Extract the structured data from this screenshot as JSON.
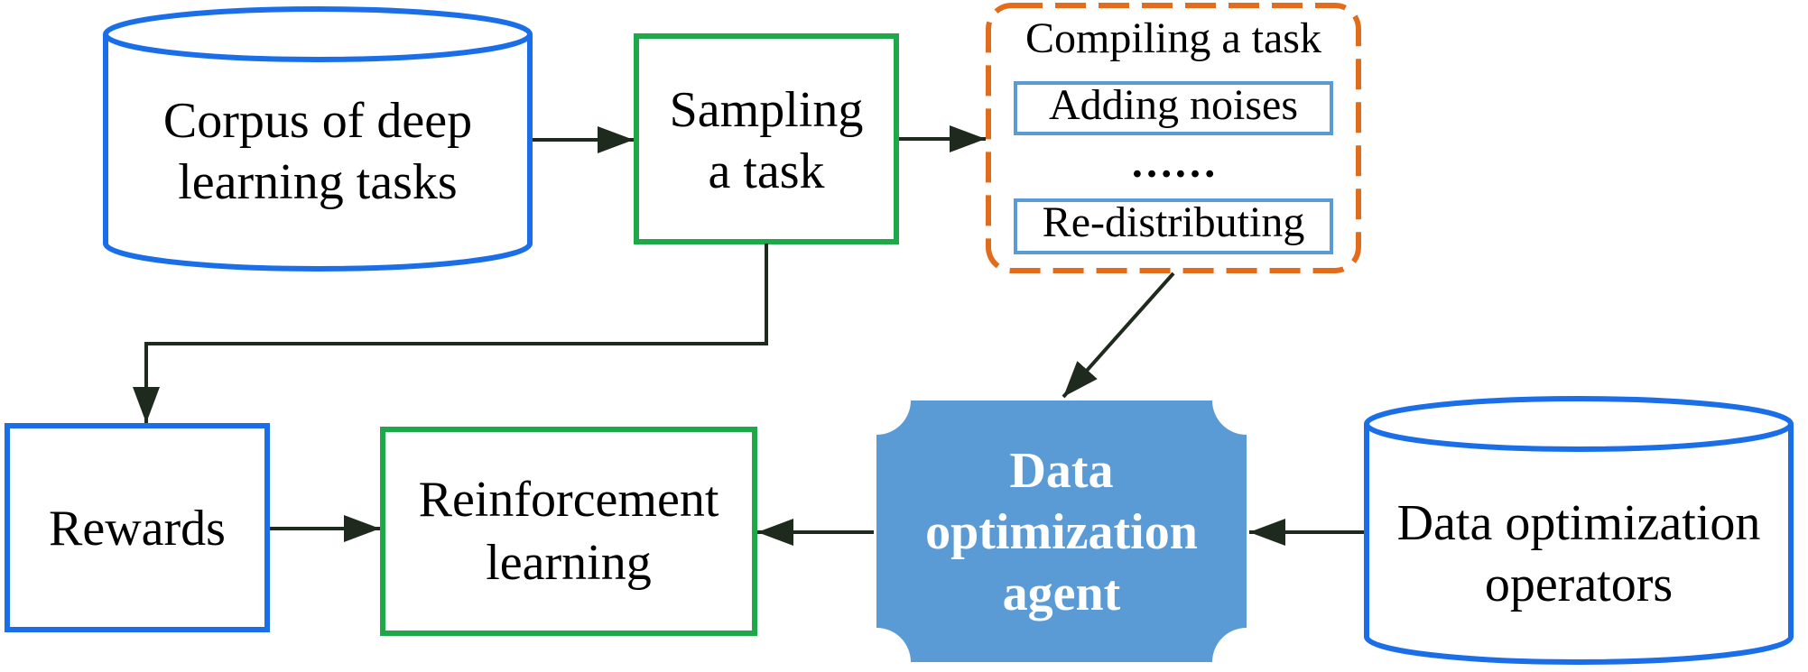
{
  "colors": {
    "blue_border": "#1a6ee8",
    "green_border": "#1fa84a",
    "orange_dashed": "#e06c1c",
    "light_blue_border": "#5b9bd5",
    "agent_fill": "#5b9bd5",
    "agent_text": "#ffffff",
    "arrow": "#1e2a1e"
  },
  "nodes": {
    "corpus": {
      "line1": "Corpus of deep",
      "line2": "learning tasks"
    },
    "sampling": {
      "line1": "Sampling",
      "line2": "a task"
    },
    "compiling": {
      "title": "Compiling a task",
      "item1": "Adding noises",
      "ellipsis": "……",
      "item2": "Re-distributing"
    },
    "rewards": {
      "label": "Rewards"
    },
    "rl": {
      "line1": "Reinforcement",
      "line2": "learning"
    },
    "agent": {
      "line1": "Data",
      "line2": "optimization",
      "line3": "agent"
    },
    "operators": {
      "line1": "Data optimization",
      "line2": "operators"
    }
  }
}
